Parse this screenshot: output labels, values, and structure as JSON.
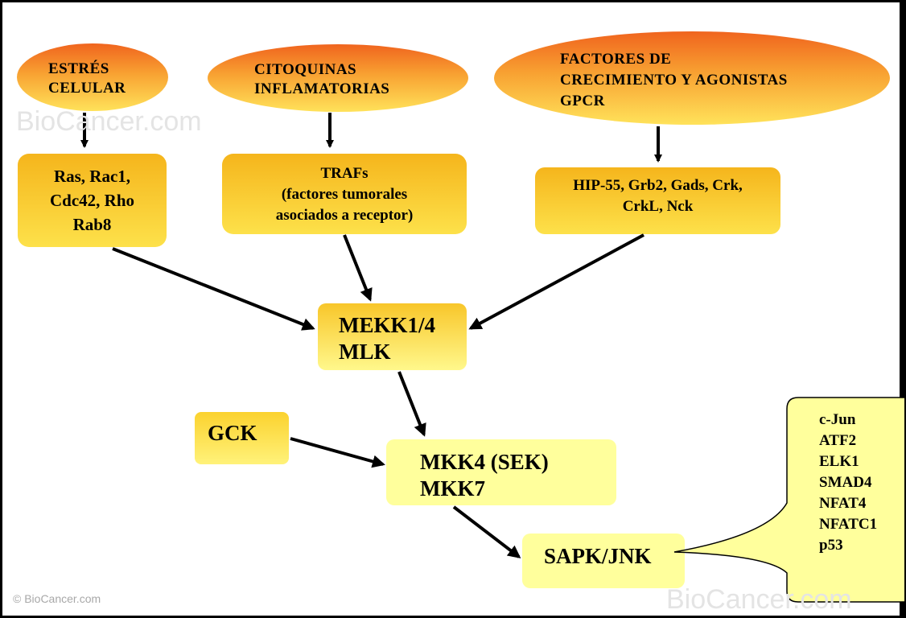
{
  "watermark": {
    "brand": "BioCancer.com",
    "copyright": "© BioCancer.com"
  },
  "stimuli": {
    "stress": [
      "ESTRÉS",
      "CELULAR"
    ],
    "cytokines": [
      "CITOQUINAS",
      "INFLAMATORIAS"
    ],
    "growth": [
      "FACTORES DE",
      "CRECIMIENTO Y AGONISTAS",
      "GPCR"
    ]
  },
  "adaptors": {
    "small_gtpases": [
      "Ras, Rac1,",
      "Cdc42, Rho",
      "Rab8"
    ],
    "trafs": [
      "TRAFs",
      "(factores tumorales",
      "asociados a receptor)"
    ],
    "hip55": [
      "HIP-55, Grb2, Gads, Crk,",
      "CrkL, Nck"
    ]
  },
  "kinases": {
    "mekk": [
      "MEKK1/4",
      "MLK"
    ],
    "gck": "GCK",
    "mkk": [
      "MKK4 (SEK)",
      "MKK7"
    ],
    "sapk": "SAPK/JNK"
  },
  "targets": [
    "c-Jun",
    "ATF2",
    "ELK1",
    "SMAD4",
    "NFAT4",
    "NFATC1",
    "p53"
  ],
  "colors": {
    "ellipse_top": "#f0641e",
    "ellipse_bottom": "#ffe25a",
    "orange_box_top": "#f6b81e",
    "orange_box_bottom": "#fde046",
    "yellow_box": "#ffff9c",
    "callout": "#ffff9c"
  }
}
